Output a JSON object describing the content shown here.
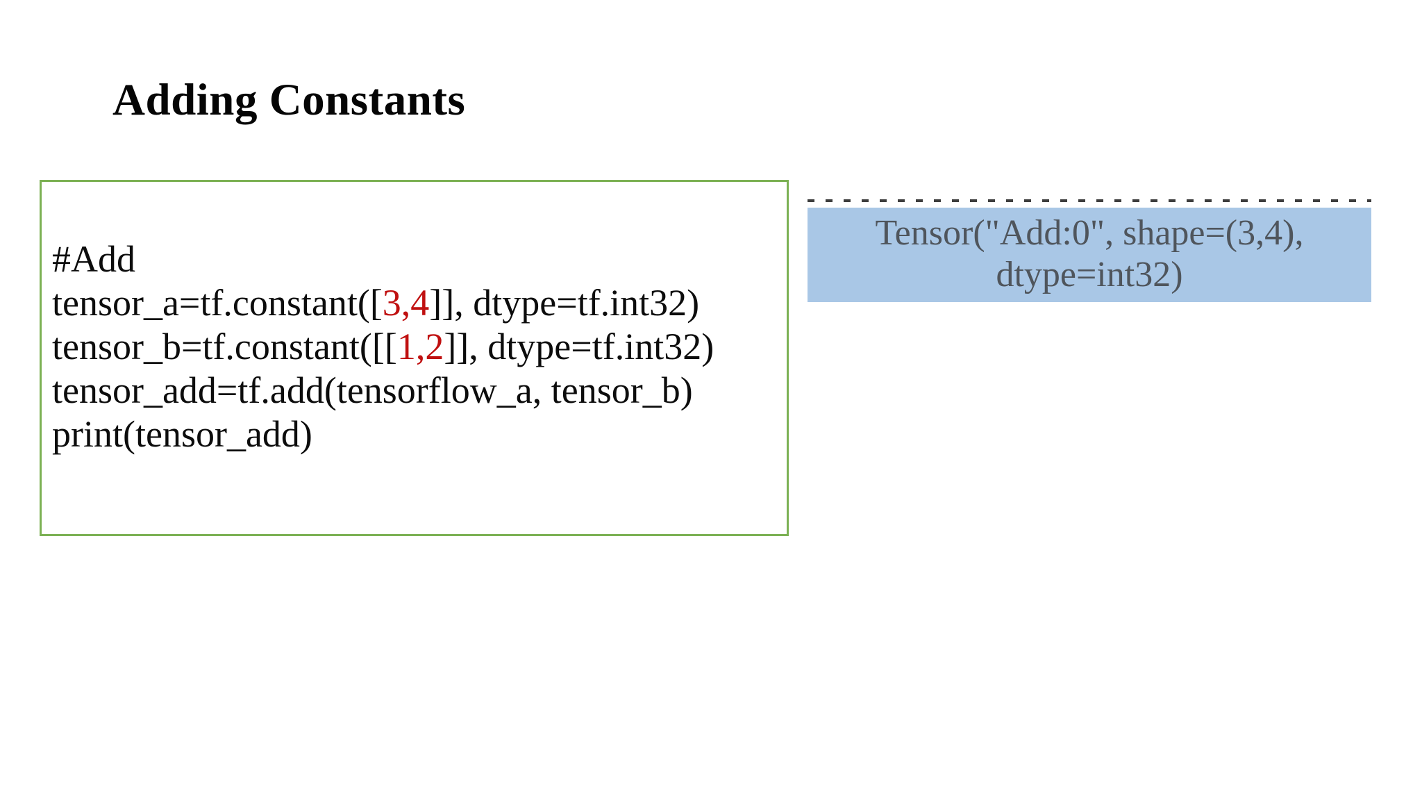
{
  "slide": {
    "title": "Adding Constants"
  },
  "code_box": {
    "lines": [
      {
        "pre": "#Add",
        "red": "",
        "post": ""
      },
      {
        "pre": "tensor_a=tf.constant([",
        "red": "3,4",
        "post": "]], dtype=tf.int32)"
      },
      {
        "pre": "tensor_b=tf.constant([[",
        "red": "1,2",
        "post": "]], dtype=tf.int32)"
      },
      {
        "pre": "tensor_add=tf.add(tensorflow_a, tensor_b)",
        "red": "",
        "post": ""
      },
      {
        "pre": "print(tensor_add)",
        "red": "",
        "post": ""
      }
    ]
  },
  "result_box": {
    "line1": "Tensor(\"Add:0\", shape=(3,4),",
    "line2": "dtype=int32)"
  },
  "colors": {
    "code_border_green": "#7cb154",
    "code_highlight_red": "#c01010",
    "result_background_blue": "#a9c7e6",
    "result_text_gray": "#4f555c",
    "dashed_line_gray": "#3d3d3d"
  }
}
